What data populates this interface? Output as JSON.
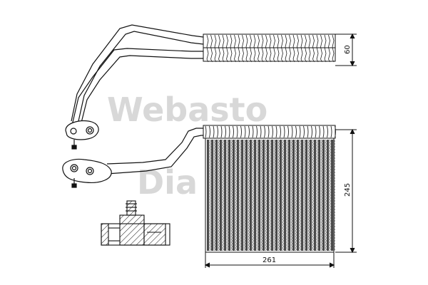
{
  "drawing": {
    "dimensions": {
      "tube_height": "60",
      "core_height": "245",
      "core_width": "261"
    },
    "watermark": {
      "line1": "Webasto",
      "line2": "Dia"
    },
    "colors": {
      "line": "#111111",
      "watermark": "#d4d4d4",
      "fin_shade": "#4a4a4a"
    }
  }
}
